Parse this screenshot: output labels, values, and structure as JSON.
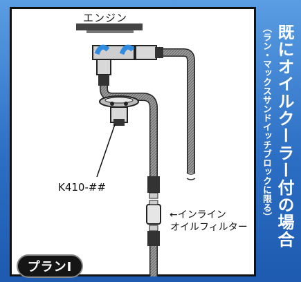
{
  "labels": {
    "engine": "エンジン",
    "model": "K410-##",
    "inline_arrow": "←インライン",
    "filter": "オイルフィルター"
  },
  "badge": {
    "plan": "プランI"
  },
  "side_title": {
    "main": "既にオイルクーラー付の場合",
    "sub": "（ラン・マックスサンドイッチブロックに限る）"
  },
  "colors": {
    "frame": "#2c6fc4",
    "hose": "#8a8a8a",
    "fitting_blue": "#2f8ce0",
    "badge": "#151515"
  }
}
